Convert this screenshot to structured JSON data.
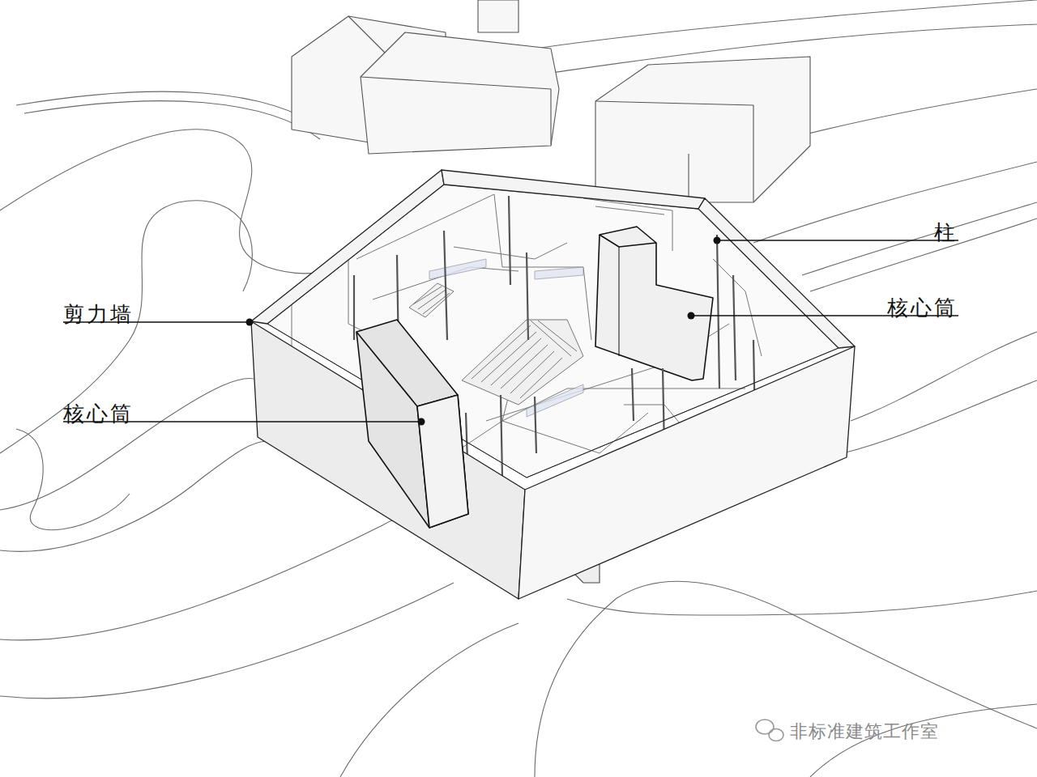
{
  "diagram": {
    "labels": [
      "柱",
      "核心筒",
      "剪力墙",
      "核心筒",
      "非标准建筑工作室"
    ]
  }
}
